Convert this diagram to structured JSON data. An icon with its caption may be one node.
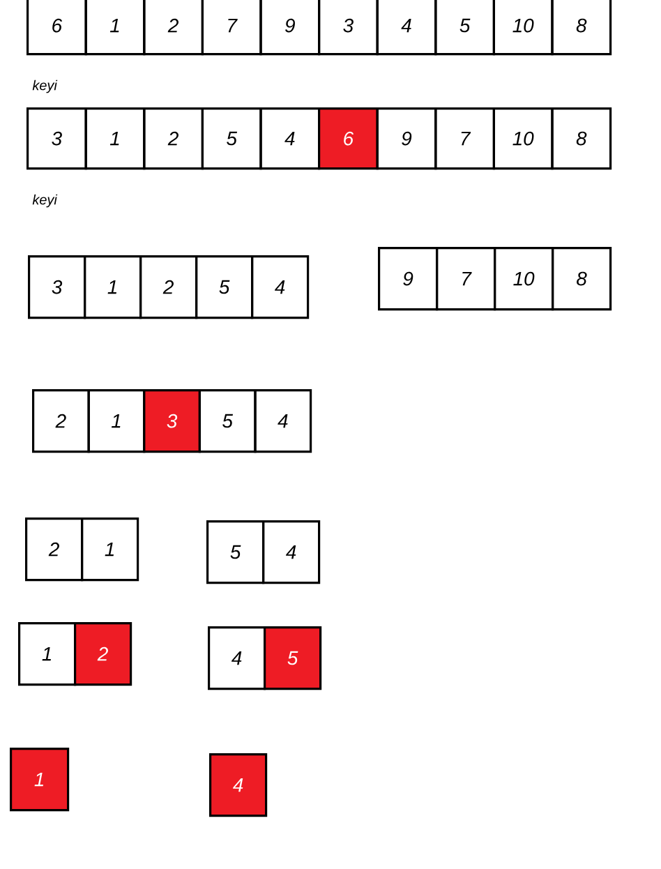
{
  "diagram": {
    "nodes": [
      {
        "text": [
          "6"
        ]
      },
      {
        "text": [
          "1"
        ]
      },
      {
        "text": [
          "2"
        ]
      },
      {
        "text": [
          "7"
        ]
      },
      {
        "text": [
          "9"
        ]
      },
      {
        "text": [
          "3"
        ]
      },
      {
        "text": [
          "4"
        ]
      },
      {
        "text": [
          "5"
        ]
      },
      {
        "text": [
          "10"
        ]
      },
      {
        "text": [
          "8"
        ]
      },
      {
        "text": [
          "3"
        ]
      },
      {
        "text": [
          "1"
        ]
      },
      {
        "text": [
          "2"
        ]
      },
      {
        "text": [
          "5"
        ]
      },
      {
        "text": [
          "4"
        ]
      },
      {
        "text": [
          "6"
        ]
      },
      {
        "text": [
          "9"
        ]
      },
      {
        "text": [
          "7"
        ]
      },
      {
        "text": [
          "10"
        ]
      },
      {
        "text": [
          "8"
        ]
      },
      {
        "text": [
          "3"
        ]
      },
      {
        "text": [
          "1"
        ]
      },
      {
        "text": [
          "2"
        ]
      },
      {
        "text": [
          "5"
        ]
      },
      {
        "text": [
          "4"
        ]
      },
      {
        "text": [
          "9"
        ]
      },
      {
        "text": [
          "7"
        ]
      },
      {
        "text": [
          "10"
        ]
      },
      {
        "text": [
          "8"
        ]
      },
      {
        "text": [
          "2"
        ]
      },
      {
        "text": [
          "1"
        ]
      },
      {
        "text": [
          "3"
        ]
      },
      {
        "text": [
          "5"
        ]
      },
      {
        "text": [
          "4"
        ]
      },
      {
        "text": [
          "2"
        ]
      },
      {
        "text": [
          "1"
        ]
      },
      {
        "text": [
          "5"
        ]
      },
      {
        "text": [
          "4"
        ]
      },
      {
        "text": [
          "1"
        ]
      },
      {
        "text": [
          "2"
        ]
      },
      {
        "text": [
          "4"
        ]
      },
      {
        "text": [
          "5"
        ]
      },
      {
        "text": [
          "1"
        ]
      },
      {
        "text": [
          "4"
        ]
      }
    ],
    "labels": [
      "keyi",
      "keyi"
    ]
  }
}
